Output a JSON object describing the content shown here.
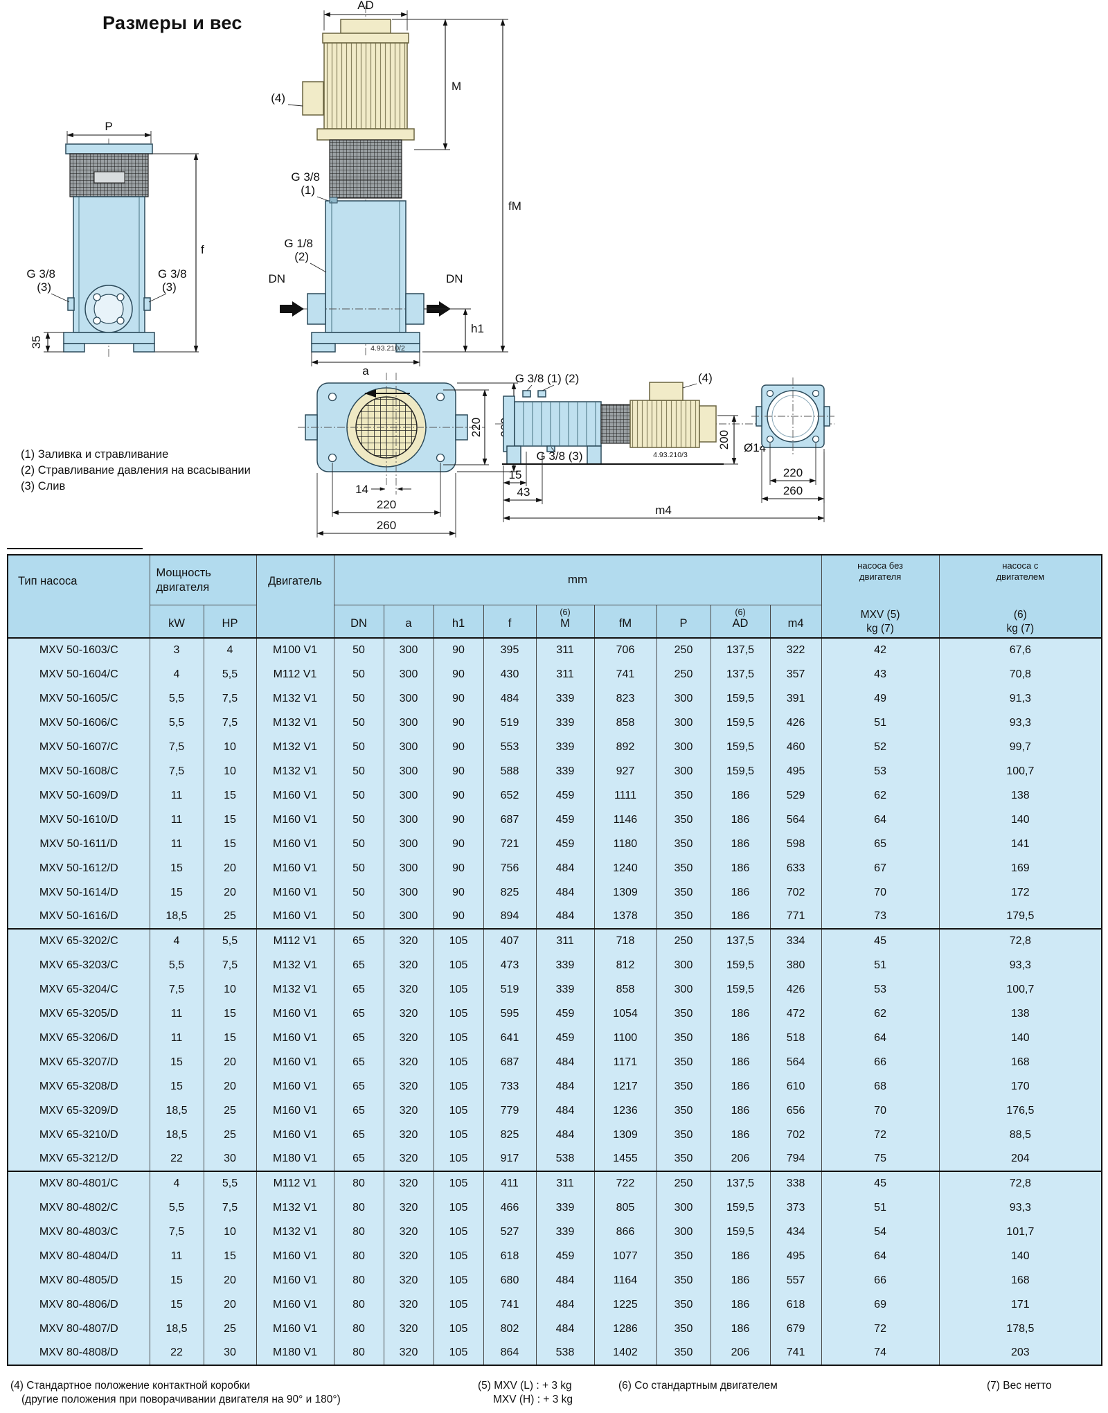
{
  "page": {
    "title": "Размеры и вес"
  },
  "colors": {
    "table_header": "#b2dbee",
    "table_body": "#cfe9f6",
    "pump_blue": "#bfe0ef",
    "motor_beige": "#f1ebc8"
  },
  "notes": {
    "n1": "(1) Заливка и стравливание",
    "n2": "(2) Стравливание давления на всасывании",
    "n3": "(3) Слив"
  },
  "drawings": {
    "front": {
      "p": "P",
      "f": "f",
      "g38": "G 3/8",
      "n3": "(3)",
      "d35": "35"
    },
    "side": {
      "ad": "AD",
      "m": "M",
      "fm": "fM",
      "n4": "(4)",
      "g38": "G 3/8",
      "n1": "(1)",
      "g18": "G 1/8",
      "n2": "(2)",
      "dn": "DN",
      "h1": "h1",
      "a": "a",
      "ref": "4.93.210/2"
    },
    "top": {
      "d220": "220",
      "d260": "260",
      "d14": "14"
    },
    "horiz": {
      "g38_12": "G 3/8 (1) (2)",
      "g38_3": "G 3/8 (3)",
      "n4": "(4)",
      "ref": "4.93.210/3",
      "d200": "200",
      "dia14": "Ø14",
      "d15": "15",
      "d43": "43",
      "m4": "m4",
      "d220": "220",
      "d260": "260"
    }
  },
  "table": {
    "header": {
      "pump_type": "Тип насоса",
      "power_1": "Мощность",
      "power_2": "двигателя",
      "kw": "kW",
      "hp": "HP",
      "motor": "Двигатель",
      "mm": "mm",
      "dn": "DN",
      "a": "a",
      "h1": "h1",
      "f": "f",
      "sup6": "(6)",
      "m": "M",
      "fm": "fM",
      "p": "P",
      "ad": "AD",
      "m4": "m4",
      "wo_motor_1": "насоса без",
      "wo_motor_2": "двигателя",
      "wo_motor_3": "MXV (5)",
      "wo_motor_4": "kg (7)",
      "w_motor_1": "насоса с",
      "w_motor_2": "двигателем",
      "w_motor_3": "(6)",
      "w_motor_4": "kg (7)"
    },
    "groups": [
      {
        "rows": [
          [
            "MXV 50-1603/C",
            "3",
            "4",
            "M100 V1",
            "50",
            "300",
            "90",
            "395",
            "311",
            "706",
            "250",
            "137,5",
            "322",
            "42",
            "67,6"
          ],
          [
            "MXV 50-1604/C",
            "4",
            "5,5",
            "M112 V1",
            "50",
            "300",
            "90",
            "430",
            "311",
            "741",
            "250",
            "137,5",
            "357",
            "43",
            "70,8"
          ],
          [
            "MXV 50-1605/C",
            "5,5",
            "7,5",
            "M132 V1",
            "50",
            "300",
            "90",
            "484",
            "339",
            "823",
            "300",
            "159,5",
            "391",
            "49",
            "91,3"
          ],
          [
            "MXV 50-1606/C",
            "5,5",
            "7,5",
            "M132 V1",
            "50",
            "300",
            "90",
            "519",
            "339",
            "858",
            "300",
            "159,5",
            "426",
            "51",
            "93,3"
          ],
          [
            "MXV 50-1607/C",
            "7,5",
            "10",
            "M132 V1",
            "50",
            "300",
            "90",
            "553",
            "339",
            "892",
            "300",
            "159,5",
            "460",
            "52",
            "99,7"
          ],
          [
            "MXV 50-1608/C",
            "7,5",
            "10",
            "M132 V1",
            "50",
            "300",
            "90",
            "588",
            "339",
            "927",
            "300",
            "159,5",
            "495",
            "53",
            "100,7"
          ],
          [
            "MXV 50-1609/D",
            "11",
            "15",
            "M160 V1",
            "50",
            "300",
            "90",
            "652",
            "459",
            "1111",
            "350",
            "186",
            "529",
            "62",
            "138"
          ],
          [
            "MXV 50-1610/D",
            "11",
            "15",
            "M160 V1",
            "50",
            "300",
            "90",
            "687",
            "459",
            "1146",
            "350",
            "186",
            "564",
            "64",
            "140"
          ],
          [
            "MXV 50-1611/D",
            "11",
            "15",
            "M160 V1",
            "50",
            "300",
            "90",
            "721",
            "459",
            "1180",
            "350",
            "186",
            "598",
            "65",
            "141"
          ],
          [
            "MXV 50-1612/D",
            "15",
            "20",
            "M160 V1",
            "50",
            "300",
            "90",
            "756",
            "484",
            "1240",
            "350",
            "186",
            "633",
            "67",
            "169"
          ],
          [
            "MXV 50-1614/D",
            "15",
            "20",
            "M160 V1",
            "50",
            "300",
            "90",
            "825",
            "484",
            "1309",
            "350",
            "186",
            "702",
            "70",
            "172"
          ],
          [
            "MXV 50-1616/D",
            "18,5",
            "25",
            "M160 V1",
            "50",
            "300",
            "90",
            "894",
            "484",
            "1378",
            "350",
            "186",
            "771",
            "73",
            "179,5"
          ]
        ]
      },
      {
        "rows": [
          [
            "MXV 65-3202/C",
            "4",
            "5,5",
            "M112 V1",
            "65",
            "320",
            "105",
            "407",
            "311",
            "718",
            "250",
            "137,5",
            "334",
            "45",
            "72,8"
          ],
          [
            "MXV 65-3203/C",
            "5,5",
            "7,5",
            "M132 V1",
            "65",
            "320",
            "105",
            "473",
            "339",
            "812",
            "300",
            "159,5",
            "380",
            "51",
            "93,3"
          ],
          [
            "MXV 65-3204/C",
            "7,5",
            "10",
            "M132 V1",
            "65",
            "320",
            "105",
            "519",
            "339",
            "858",
            "300",
            "159,5",
            "426",
            "53",
            "100,7"
          ],
          [
            "MXV 65-3205/D",
            "11",
            "15",
            "M160 V1",
            "65",
            "320",
            "105",
            "595",
            "459",
            "1054",
            "350",
            "186",
            "472",
            "62",
            "138"
          ],
          [
            "MXV 65-3206/D",
            "11",
            "15",
            "M160 V1",
            "65",
            "320",
            "105",
            "641",
            "459",
            "1100",
            "350",
            "186",
            "518",
            "64",
            "140"
          ],
          [
            "MXV 65-3207/D",
            "15",
            "20",
            "M160 V1",
            "65",
            "320",
            "105",
            "687",
            "484",
            "1171",
            "350",
            "186",
            "564",
            "66",
            "168"
          ],
          [
            "MXV 65-3208/D",
            "15",
            "20",
            "M160 V1",
            "65",
            "320",
            "105",
            "733",
            "484",
            "1217",
            "350",
            "186",
            "610",
            "68",
            "170"
          ],
          [
            "MXV 65-3209/D",
            "18,5",
            "25",
            "M160 V1",
            "65",
            "320",
            "105",
            "779",
            "484",
            "1236",
            "350",
            "186",
            "656",
            "70",
            "176,5"
          ],
          [
            "MXV 65-3210/D",
            "18,5",
            "25",
            "M160 V1",
            "65",
            "320",
            "105",
            "825",
            "484",
            "1309",
            "350",
            "186",
            "702",
            "72",
            "88,5"
          ],
          [
            "MXV 65-3212/D",
            "22",
            "30",
            "M180 V1",
            "65",
            "320",
            "105",
            "917",
            "538",
            "1455",
            "350",
            "206",
            "794",
            "75",
            "204"
          ]
        ]
      },
      {
        "rows": [
          [
            "MXV 80-4801/C",
            "4",
            "5,5",
            "M112 V1",
            "80",
            "320",
            "105",
            "411",
            "311",
            "722",
            "250",
            "137,5",
            "338",
            "45",
            "72,8"
          ],
          [
            "MXV 80-4802/C",
            "5,5",
            "7,5",
            "M132 V1",
            "80",
            "320",
            "105",
            "466",
            "339",
            "805",
            "300",
            "159,5",
            "373",
            "51",
            "93,3"
          ],
          [
            "MXV 80-4803/C",
            "7,5",
            "10",
            "M132 V1",
            "80",
            "320",
            "105",
            "527",
            "339",
            "866",
            "300",
            "159,5",
            "434",
            "54",
            "101,7"
          ],
          [
            "MXV 80-4804/D",
            "11",
            "15",
            "M160 V1",
            "80",
            "320",
            "105",
            "618",
            "459",
            "1077",
            "350",
            "186",
            "495",
            "64",
            "140"
          ],
          [
            "MXV 80-4805/D",
            "15",
            "20",
            "M160 V1",
            "80",
            "320",
            "105",
            "680",
            "484",
            "1164",
            "350",
            "186",
            "557",
            "66",
            "168"
          ],
          [
            "MXV 80-4806/D",
            "15",
            "20",
            "M160 V1",
            "80",
            "320",
            "105",
            "741",
            "484",
            "1225",
            "350",
            "186",
            "618",
            "69",
            "171"
          ],
          [
            "MXV 80-4807/D",
            "18,5",
            "25",
            "M160 V1",
            "80",
            "320",
            "105",
            "802",
            "484",
            "1286",
            "350",
            "186",
            "679",
            "72",
            "178,5"
          ],
          [
            "MXV 80-4808/D",
            "22",
            "30",
            "M180 V1",
            "80",
            "320",
            "105",
            "864",
            "538",
            "1402",
            "350",
            "206",
            "741",
            "74",
            "203"
          ]
        ]
      }
    ]
  },
  "footnotes": {
    "f4_1": "(4) Стандартное положение контактной коробки",
    "f4_2": "(другие положения при поворачивании двигателя на 90° и 180°)",
    "f5_1": "(5) MXV (L) : + 3 kg",
    "f5_2": "MXV (H) : + 3 kg",
    "f6": "(6) Со стандартным двигателем",
    "f7": "(7) Вес нетто"
  }
}
